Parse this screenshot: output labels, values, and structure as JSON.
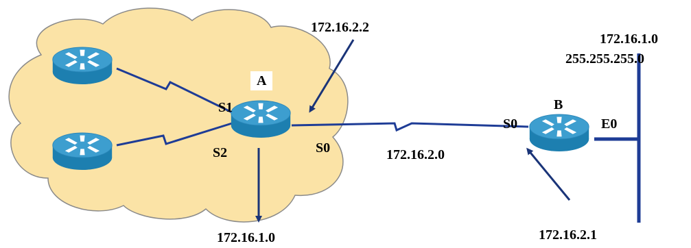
{
  "routers": {
    "a": {
      "name": "A"
    },
    "b": {
      "name": "B"
    }
  },
  "interfaces": {
    "a_s1": "S1",
    "a_s2": "S2",
    "a_s0": "S0",
    "b_s0": "S0",
    "b_e0": "E0"
  },
  "addresses": {
    "a_ip": "172.16.2.2",
    "b_ip": "172.16.2.1",
    "serial_link_net": "172.16.2.0",
    "ethernet_net": "172.16.1.0",
    "ethernet_mask": "255.255.255.0",
    "route_net": "172.16.1.0"
  },
  "colors": {
    "cloud_fill": "#fbe3a6",
    "cloud_stroke": "#8a8a8a",
    "link": "#1e3c96",
    "arrow": "#1a3478",
    "router_top": "#3d9ecf",
    "router_side": "#1d7fb0"
  }
}
